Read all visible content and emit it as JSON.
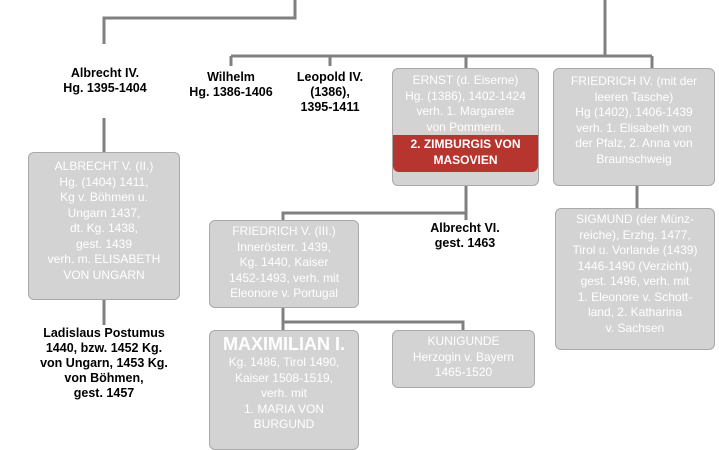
{
  "nodes": {
    "albrecht4": "Albrecht IV.\nHg. 1395-1404",
    "wilhelm": "Wilhelm\nHg. 1386-1406",
    "leopold4": "Leopold IV.\n(1386),\n1395-1411",
    "ernst_text": "ERNST (d. Eiserne)\nHg. (1386), 1402-1424\nverh. 1. Margarete\nvon Pommern,",
    "ernst_highlight": "2. ZIMBURGIS VON\nMASOVIEN",
    "friedrich4": "FRIEDRICH IV. (mit der\nleeren Tasche)\nHg (1402), 1406-1439\nverh. 1. Elisabeth von\nder Pfalz, 2. Anna von\nBraunschweig",
    "albrecht5": "ALBRECHT V. (II.)\nHg. (1404) 1411,\nKg v. Böhmen u.\nUngarn 1437,\ndt. Kg. 1438,\ngest. 1439\nverh. m. ELISABETH\nVON UNGARN",
    "friedrich5": "FRIEDRICH V. (III.)\nInnerösterr. 1439,\nKg. 1440, Kaiser\n1452-1493, verh. mit\nEleonore v. Portugal",
    "albrecht6": "Albrecht VI.\ngest. 1463",
    "sigmund": "SIGMUND (der Münz-\nreiche), Erzhg. 1477,\nTirol u. Vorlande (1439)\n1446-1490 (Verzicht),\ngest. 1496, verh. mit\n1. Eleonore v. Schott-\nland, 2. Katharina\nv. Sachsen",
    "ladislaus": "Ladislaus Postumus\n1440, bzw. 1452 Kg.\nvon Ungarn, 1453 Kg.\nvon Böhmen,\ngest. 1457",
    "maximilian_title": "MAXIMILIAN I.",
    "maximilian_text": "Kg. 1486, Tirol 1490,\nKaiser 1508-1519,\nverh. mit\n1. MARIA VON\nBURGUND",
    "kunigunde": "KUNIGUNDE\nHerzogin v. Bayern\n1465-1520"
  },
  "colors": {
    "line": "#808080",
    "box": "#d3d3d3",
    "highlight": "#b6352e"
  }
}
